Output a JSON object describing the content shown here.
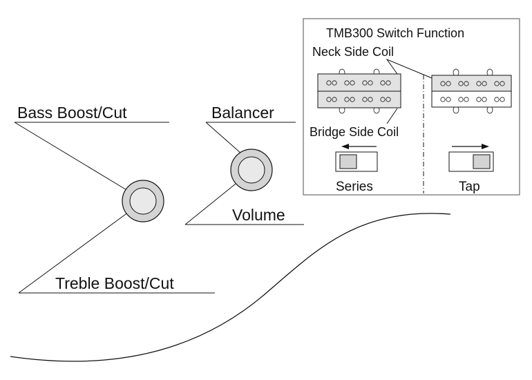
{
  "labels": {
    "bass": "Bass Boost/Cut",
    "treble": "Treble Boost/Cut",
    "balancer": "Balancer",
    "volume": "Volume"
  },
  "switch_box": {
    "title": "TMB300 Switch Function",
    "neck_coil": "Neck Side Coil",
    "bridge_coil": "Bridge Side Coil",
    "series": "Series",
    "tap": "Tap"
  },
  "colors": {
    "line": "#111111",
    "knob_fill": "#d4d4d4",
    "knob_inner": "#e9e9e9",
    "coil_fill": "#e2e2e2"
  }
}
